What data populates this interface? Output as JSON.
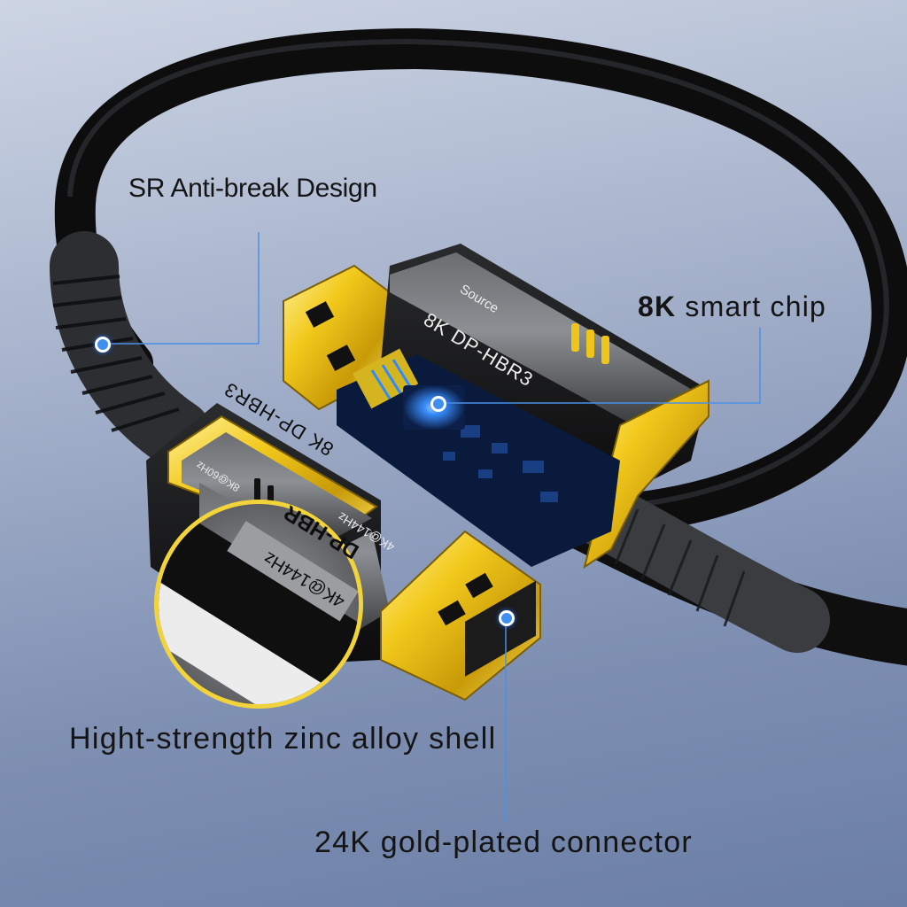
{
  "callouts": {
    "anti_break": "SR Anti-break Design",
    "smart_chip_strong": "8K",
    "smart_chip_rest": " smart chip",
    "zinc_shell": "Hight-strength zinc alloy shell",
    "gold_connector": "24K gold-plated connector"
  },
  "connector_back": {
    "label_top": "Source",
    "label_main": "8K DP-HBR3"
  },
  "connector_front": {
    "label_main": "8K DP-HBR3",
    "label_side": "8K@60Hz",
    "label_refresh": "4K@144Hz"
  },
  "magnifier": {
    "label_brand": "DP-HBR",
    "label_refresh": "4K@144Hz"
  },
  "colors": {
    "background": "#8796b8",
    "cable": "#141414",
    "gold": "#e8c21e",
    "callout_line": "#3e8ff0",
    "chip_glow": "#4aa0ff"
  }
}
